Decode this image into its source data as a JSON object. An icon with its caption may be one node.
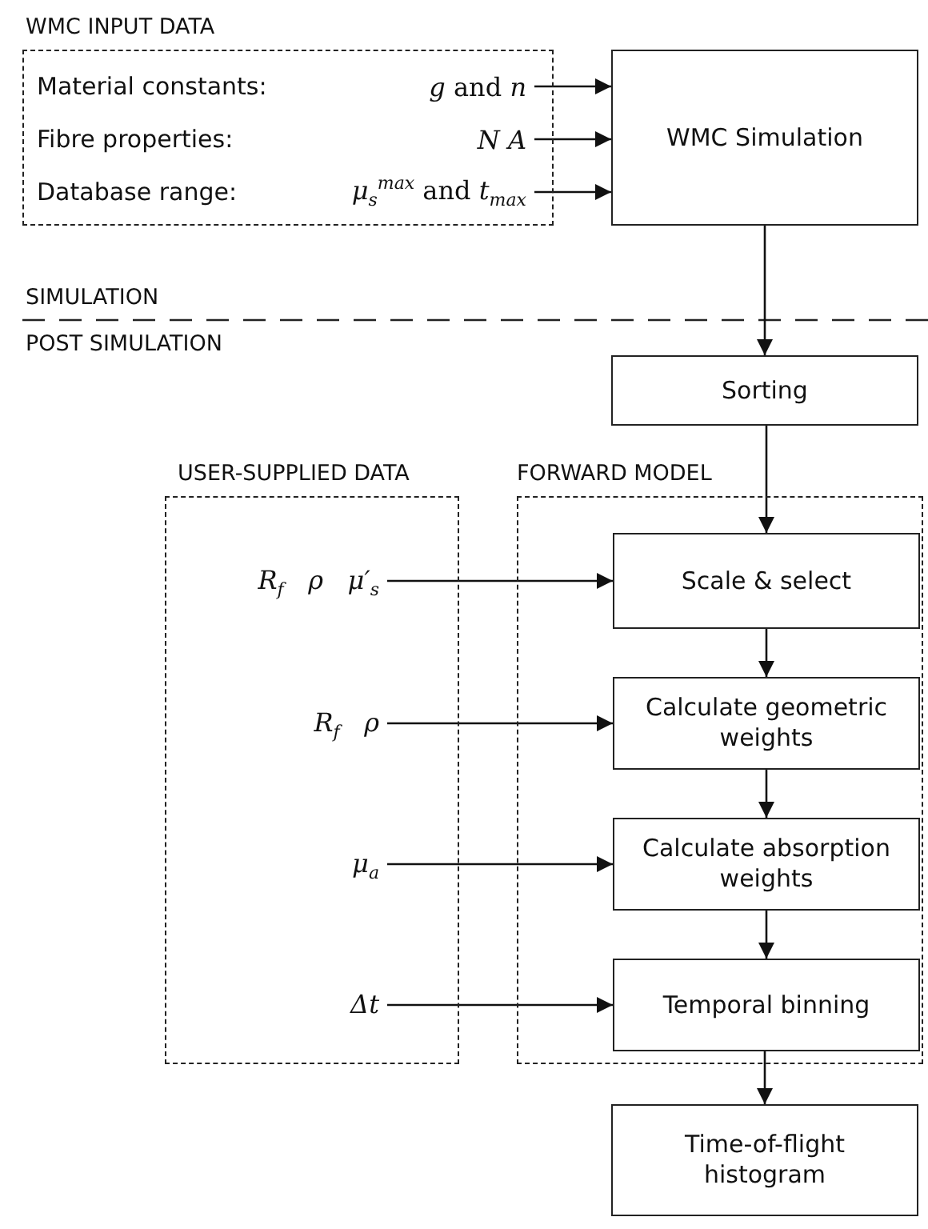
{
  "diagram": {
    "nodes": [
      {
        "text": [
          "WMC INPUT DATA"
        ]
      },
      {
        "text": [
          "Material constants:",
          "*g* and *n*"
        ],
        "in": 0
      },
      {
        "text": [
          "Fibre properties:",
          "*N A*"
        ],
        "in": 0
      },
      {
        "text": [
          "Database range:",
          "*μ*$_{s}$$^{max}$ and *t*$_{max}$"
        ],
        "in": 0
      },
      {
        "text": [
          "WMC Simulation"
        ]
      },
      {
        "text": [
          "Sorting"
        ]
      },
      {
        "text": [
          "USER-SUPPLIED DATA"
        ]
      },
      {
        "text": [
          "*R*$_{f}$   *ρ*   *μ*′$_{s}$"
        ],
        "in": 6
      },
      {
        "text": [
          "*R*$_{f}$   *ρ*"
        ],
        "in": 6
      },
      {
        "text": [
          "*μ*$_{a}$"
        ],
        "in": 6
      },
      {
        "text": [
          "Δt"
        ],
        "in": 6
      },
      {
        "text": [
          "FORWARD MODEL"
        ]
      },
      {
        "text": [
          "Scale & select"
        ],
        "in": 11
      },
      {
        "text": [
          "Calculate geometric weights"
        ],
        "in": 11
      },
      {
        "text": [
          "Calculate absorption weights"
        ],
        "in": 11
      },
      {
        "text": [
          "Temporal binning"
        ],
        "in": 11
      },
      {
        "text": [
          "Time-of-flight histogram"
        ]
      }
    ],
    "edges": [
      {
        "from": 1,
        "to": 4,
        "arrow": "to"
      },
      {
        "from": 2,
        "to": 4,
        "arrow": "to"
      },
      {
        "from": 3,
        "to": 4,
        "arrow": "to"
      },
      {
        "from": 4,
        "to": 5,
        "arrow": "to"
      },
      {
        "from": 5,
        "to": 12,
        "arrow": "to"
      },
      {
        "from": 7,
        "to": 12,
        "arrow": "to"
      },
      {
        "from": 12,
        "to": 13,
        "arrow": "to"
      },
      {
        "from": 8,
        "to": 13,
        "arrow": "to"
      },
      {
        "from": 13,
        "to": 14,
        "arrow": "to"
      },
      {
        "from": 9,
        "to": 14,
        "arrow": "to"
      },
      {
        "from": 14,
        "to": 15,
        "arrow": "to"
      },
      {
        "from": 10,
        "to": 15,
        "arrow": "to"
      },
      {
        "from": 15,
        "to": 16,
        "arrow": "to"
      }
    ],
    "labels": [
      "SIMULATION",
      "POST SIMULATION"
    ]
  }
}
